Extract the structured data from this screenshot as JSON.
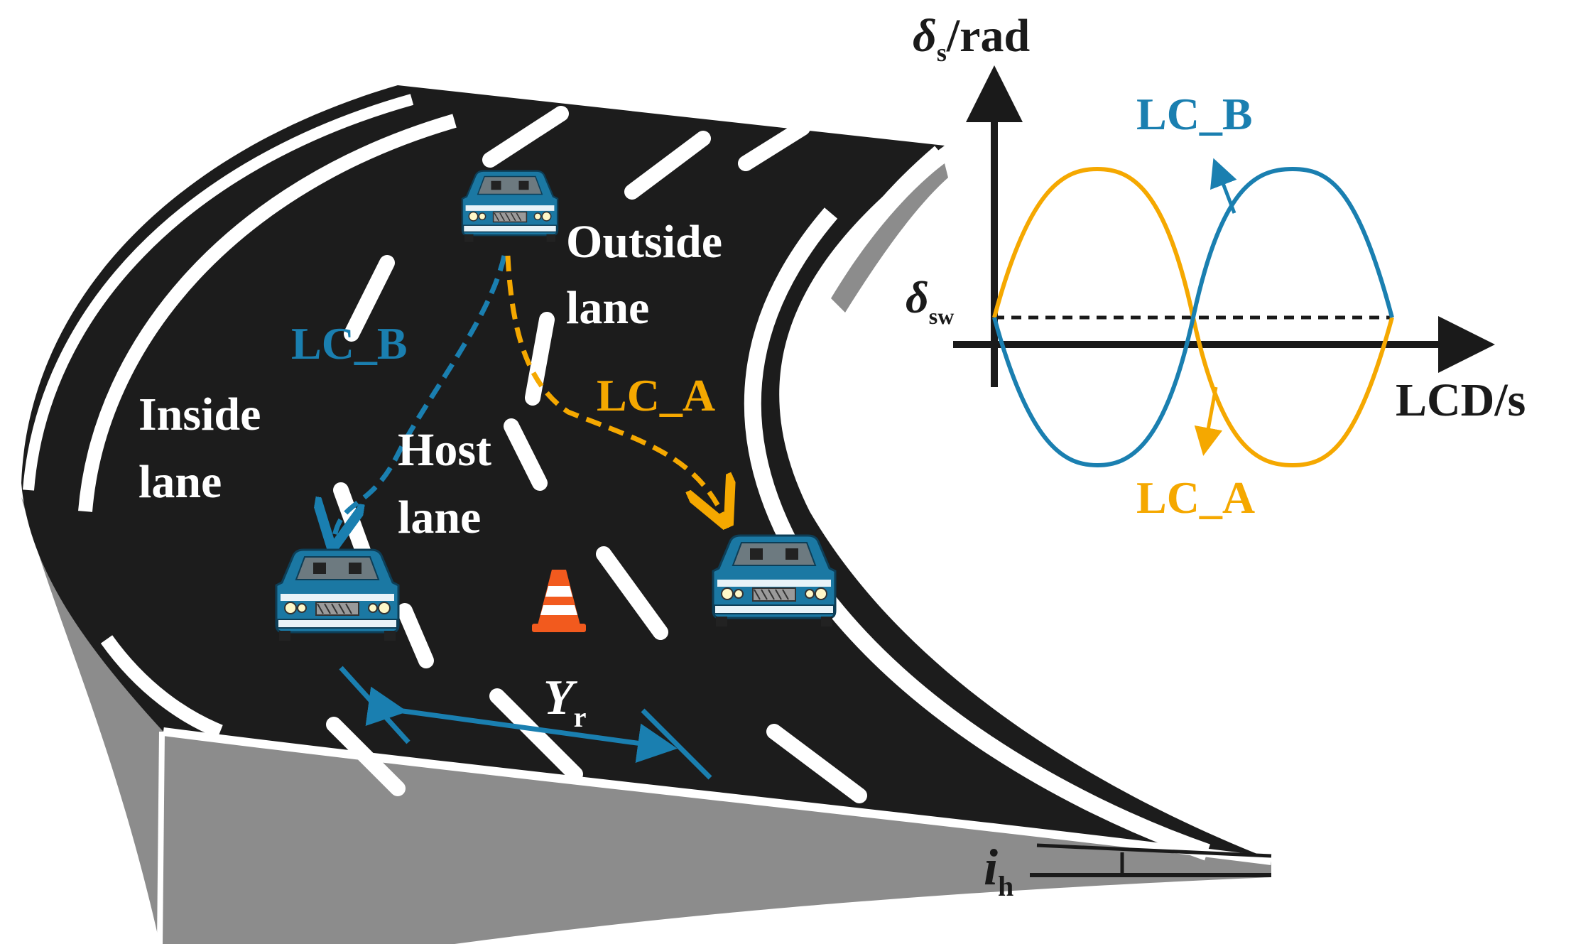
{
  "colors": {
    "road": "#1c1c1c",
    "barrier": "#8c8c8c",
    "lane_b": "#1a7fb0",
    "lane_a": "#f5a800",
    "car_body": "#1b78a3",
    "marking": "#ffffff"
  },
  "road_labels": {
    "outside_line1": "Outside",
    "outside_line2": "lane",
    "inside_line1": "Inside",
    "inside_line2": "lane",
    "host_line1": "Host",
    "host_line2": "lane",
    "path_b": "LC_B",
    "path_a": "LC_A",
    "yr_main": "Y",
    "yr_sub": "r",
    "ih_main": "i",
    "ih_sub": "h"
  },
  "chart": {
    "yaxis_main": "δ",
    "yaxis_sub": "s",
    "yaxis_unit": "/rad",
    "xaxis_label": "LCD/s",
    "baseline_main": "δ",
    "baseline_sub": "sw",
    "legend_b": "LC_B",
    "legend_a": "LC_A"
  },
  "icons": [
    "car-icon",
    "traffic-cone-icon",
    "arrow-icon"
  ]
}
